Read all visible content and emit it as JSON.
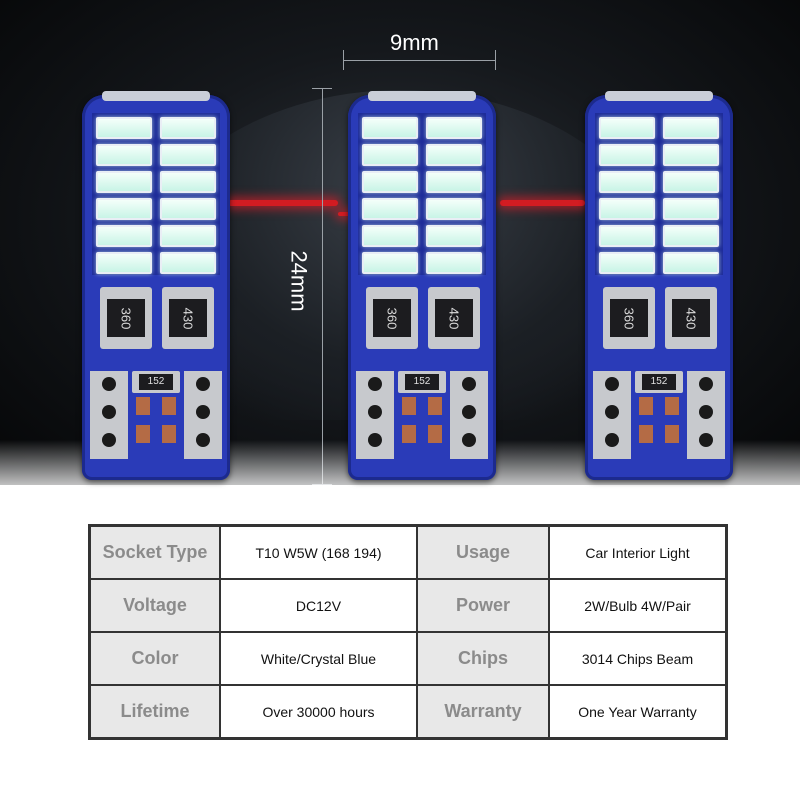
{
  "dimensions": {
    "width_label": "9mm",
    "height_label": "24mm"
  },
  "bulbs": [
    {
      "resistor_left": "360",
      "resistor_right": "430",
      "chip": "152"
    },
    {
      "resistor_left": "360",
      "resistor_right": "430",
      "chip": "152"
    },
    {
      "resistor_left": "360",
      "resistor_right": "430",
      "chip": "152"
    }
  ],
  "specs": [
    {
      "label1": "Socket Type",
      "value1": "T10 W5W (168 194)",
      "label2": "Usage",
      "value2": "Car Interior Light"
    },
    {
      "label1": "Voltage",
      "value1": "DC12V",
      "label2": "Power",
      "value2": "2W/Bulb 4W/Pair"
    },
    {
      "label1": "Color",
      "value1": "White/Crystal Blue",
      "label2": "Chips",
      "value2": "3014 Chips Beam"
    },
    {
      "label1": "Lifetime",
      "value1": "Over 30000 hours",
      "label2": "Warranty",
      "value2": "One Year Warranty"
    }
  ],
  "colors": {
    "pcb_blue": "#2a3bb8",
    "led_white": "#f4fffa",
    "taillight_red": "#d21c22",
    "label_bg": "#e8e8e8"
  }
}
